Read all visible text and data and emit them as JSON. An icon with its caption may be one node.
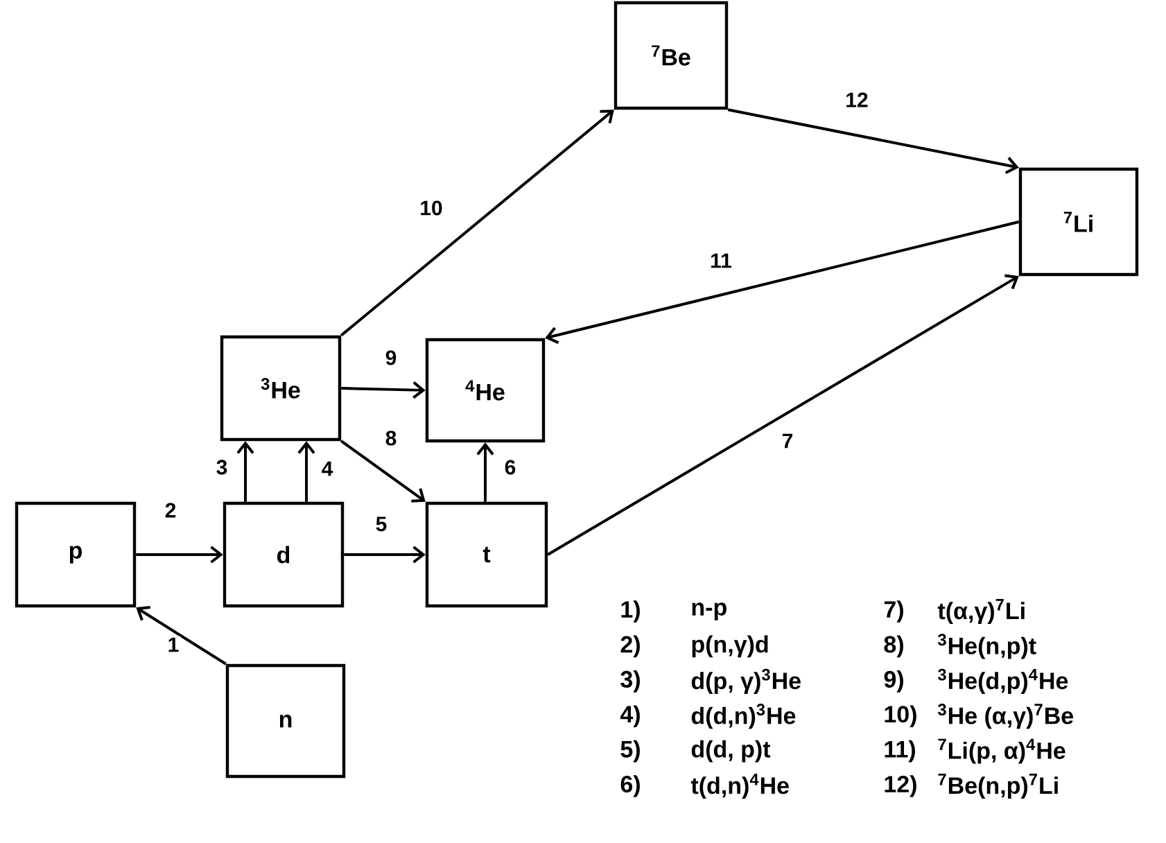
{
  "diagram": {
    "nodes": [
      {
        "text": [
          "$^{7}$Be"
        ]
      },
      {
        "text": [
          "$^{7}$Li"
        ]
      },
      {
        "text": [
          "$^{3}$He"
        ]
      },
      {
        "text": [
          "$^{4}$He"
        ]
      },
      {
        "text": [
          "p"
        ]
      },
      {
        "text": [
          "d"
        ]
      },
      {
        "text": [
          "t"
        ]
      },
      {
        "text": [
          "n"
        ]
      }
    ],
    "edges": [
      {
        "from": 7,
        "to": 4,
        "arrow": "to",
        "label": "1"
      },
      {
        "from": 4,
        "to": 5,
        "arrow": "to",
        "label": "2"
      },
      {
        "from": 5,
        "to": 2,
        "arrow": "to",
        "label": "3"
      },
      {
        "from": 5,
        "to": 2,
        "arrow": "to",
        "label": "4"
      },
      {
        "from": 5,
        "to": 6,
        "arrow": "to",
        "label": "5"
      },
      {
        "from": 6,
        "to": 3,
        "arrow": "to",
        "label": "6"
      },
      {
        "from": 6,
        "to": 1,
        "arrow": "to",
        "label": "7"
      },
      {
        "from": 2,
        "to": 6,
        "arrow": "to",
        "label": "8"
      },
      {
        "from": 2,
        "to": 3,
        "arrow": "to",
        "label": "9"
      },
      {
        "from": 2,
        "to": 0,
        "arrow": "to",
        "label": "10"
      },
      {
        "from": 1,
        "to": 3,
        "arrow": "to",
        "label": "11"
      },
      {
        "from": 0,
        "to": 1,
        "arrow": "to",
        "label": "12"
      }
    ],
    "labels": [
      "1)",
      "n-p",
      "7)",
      "t(α,γ)$^{7}$Li",
      "2)",
      "p(n,γ)d",
      "8)",
      "$^{3}$He(n,p)t",
      "3)",
      "d(p, γ)$^{3}$He",
      "9)",
      "$^{3}$He(d,p)$^{4}$He",
      "4)",
      "d(d,n)$^{3}$He",
      "10)",
      "$^{3}$He (α,γ)$^{7}$Be",
      "5)",
      "d(d, p)t",
      "11)",
      "$^{7}$Li(p, α)$^{4}$He",
      "6)",
      "t(d,n)$^{4}$He",
      "12)",
      "$^{7}$Be(n,p)$^{7}$Li"
    ]
  }
}
